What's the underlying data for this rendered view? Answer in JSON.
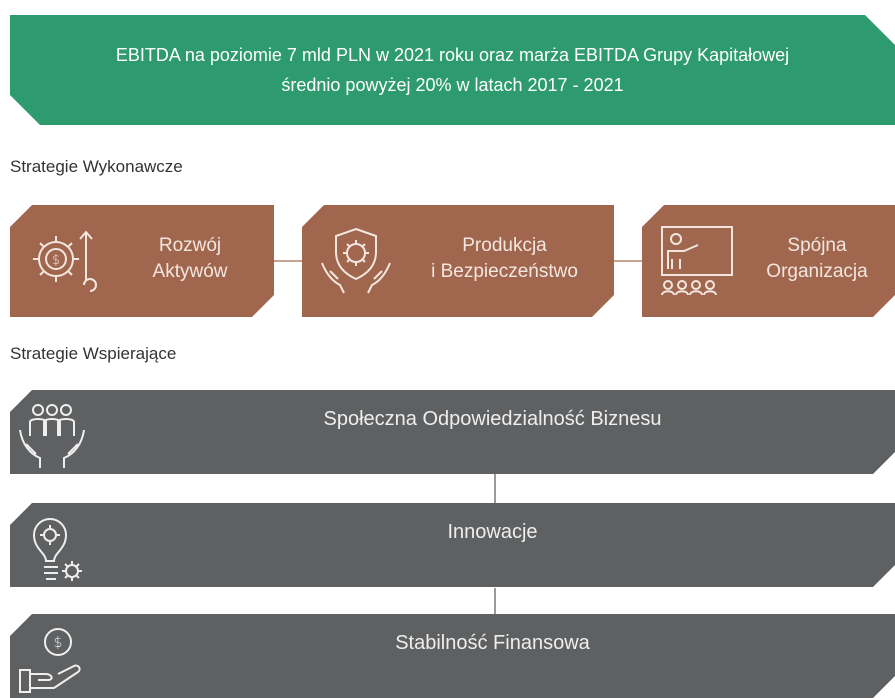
{
  "banner": {
    "line1": "EBITDA na poziomie 7 mld PLN w 2021 roku oraz marża EBITDA Grupy Kapitałowej",
    "line2": "średnio powyżej 20% w latach 2017 - 2021"
  },
  "executive": {
    "title": "Strategie Wykonawcze",
    "items": [
      {
        "line1": "Rozwój",
        "line2": "Aktywów",
        "icon": "gear-dollar-icon"
      },
      {
        "line1": "Produkcja",
        "line2": "i Bezpieczeństwo",
        "icon": "shield-gear-hands-icon"
      },
      {
        "line1": "Spójna",
        "line2": "Organizacja",
        "icon": "presentation-board-icon"
      }
    ]
  },
  "supporting": {
    "title": "Strategie Wspierające",
    "items": [
      {
        "label": "Społeczna Odpowiedzialność Biznesu",
        "icon": "people-in-hands-icon"
      },
      {
        "label": "Innowacje",
        "icon": "lightbulb-gear-icon"
      },
      {
        "label": "Stabilność Finansowa",
        "icon": "hand-coin-icon"
      }
    ]
  },
  "colors": {
    "banner": "#2e9b6e",
    "executive": "#a0674e",
    "supporting": "#5f6061"
  }
}
